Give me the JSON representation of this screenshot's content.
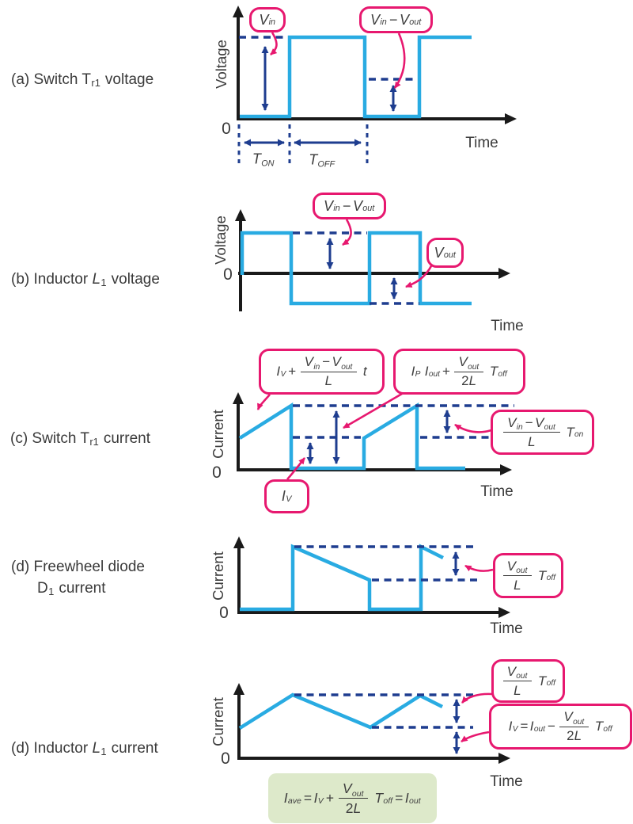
{
  "colors": {
    "wave": "#29abe2",
    "dash": "#1e3d8f",
    "pink": "#e7186f",
    "axis": "#1a1a1a",
    "greenbg": "#dde9ca"
  },
  "panels": {
    "a": {
      "label": [
        {
          "t": "(a) Switch T",
          "sub": "r1"
        },
        {
          "t": " voltage"
        }
      ],
      "y_axis_label": "Voltage",
      "origin_label": "0",
      "x_axis_label": "Time",
      "callout_vin": [
        {
          "i": "V",
          "sub": "in"
        }
      ],
      "callout_vin_minus_vout": [
        {
          "i": "V",
          "sub": "in"
        },
        {
          "op": "−"
        },
        {
          "i": "V",
          "sub": "out"
        }
      ],
      "t_on": [
        {
          "i": "T",
          "sub": "ON"
        }
      ],
      "t_off": [
        {
          "i": "T",
          "sub": "OFF"
        }
      ]
    },
    "b": {
      "label": [
        {
          "t": "(b) Inductor "
        },
        {
          "i": "L",
          "sub": "1"
        },
        {
          "t": " voltage"
        }
      ],
      "y_axis_label": "Voltage",
      "origin_label": "0",
      "x_axis_label": "Time",
      "callout_vin_minus_vout": [
        {
          "i": "V",
          "sub": "in"
        },
        {
          "op": "−"
        },
        {
          "i": "V",
          "sub": "out"
        }
      ],
      "callout_vout": [
        {
          "i": "V",
          "sub": "out"
        }
      ]
    },
    "c": {
      "label": [
        {
          "t": "(c) Switch T",
          "sub": "r1"
        },
        {
          "t": " current"
        }
      ],
      "y_axis_label": "Current",
      "origin_label": "0",
      "x_axis_label": "Time",
      "callout_ramp": [
        {
          "i": "I",
          "sub": "V"
        },
        {
          "op": "+"
        },
        {
          "frac": {
            "num": [
              {
                "i": "V",
                "sub": "in"
              },
              {
                "op": "−"
              },
              {
                "i": "V",
                "sub": "out"
              }
            ],
            "den": [
              {
                "i": "L"
              }
            ]
          }
        },
        {
          "t": " "
        },
        {
          "i": "t"
        }
      ],
      "callout_peak": [
        {
          "i": "I",
          "sub": "P"
        },
        {
          "t": " "
        },
        {
          "i": "I",
          "sub": "out"
        },
        {
          "op": "+"
        },
        {
          "frac": {
            "num": [
              {
                "i": "V",
                "sub": "out"
              }
            ],
            "den": [
              {
                "t": "2"
              },
              {
                "i": "L"
              }
            ]
          }
        },
        {
          "t": " "
        },
        {
          "i": "T",
          "sub": "off"
        }
      ],
      "callout_ripple": [
        {
          "frac": {
            "num": [
              {
                "i": "V",
                "sub": "in"
              },
              {
                "op": "−"
              },
              {
                "i": "V",
                "sub": "out"
              }
            ],
            "den": [
              {
                "i": "L"
              }
            ]
          }
        },
        {
          "t": " "
        },
        {
          "i": "T",
          "sub": "on"
        }
      ],
      "callout_iv": [
        {
          "i": "I",
          "sub": "V"
        }
      ]
    },
    "d1": {
      "label_line1": [
        {
          "t": "(d) Freewheel diode"
        }
      ],
      "label_line2": [
        {
          "t": "D",
          "sub": "1"
        },
        {
          "t": " current"
        }
      ],
      "y_axis_label": "Current",
      "origin_label": "0",
      "x_axis_label": "Time",
      "callout_ripple": [
        {
          "frac": {
            "num": [
              {
                "i": "V",
                "sub": "out"
              }
            ],
            "den": [
              {
                "i": "L"
              }
            ]
          }
        },
        {
          "t": " "
        },
        {
          "i": "T",
          "sub": "off"
        }
      ]
    },
    "d2": {
      "label": [
        {
          "t": "(d) Inductor "
        },
        {
          "i": "L",
          "sub": "1"
        },
        {
          "t": " current"
        }
      ],
      "y_axis_label": "Current",
      "origin_label": "0",
      "x_axis_label": "Time",
      "callout_ripple": [
        {
          "frac": {
            "num": [
              {
                "i": "V",
                "sub": "out"
              }
            ],
            "den": [
              {
                "i": "L"
              }
            ]
          }
        },
        {
          "t": " "
        },
        {
          "i": "T",
          "sub": "off"
        }
      ],
      "callout_valley": [
        {
          "i": "I",
          "sub": "V"
        },
        {
          "op": "="
        },
        {
          "i": "I",
          "sub": "out"
        },
        {
          "op": "−"
        },
        {
          "frac": {
            "num": [
              {
                "i": "V",
                "sub": "out"
              }
            ],
            "den": [
              {
                "t": "2"
              },
              {
                "i": "L"
              }
            ]
          }
        },
        {
          "t": " "
        },
        {
          "i": "T",
          "sub": "off"
        }
      ],
      "formula_average": [
        {
          "i": "I",
          "sub": "ave"
        },
        {
          "op": "="
        },
        {
          "i": "I",
          "sub": "V"
        },
        {
          "op": "+"
        },
        {
          "frac": {
            "num": [
              {
                "i": "V",
                "sub": "out"
              }
            ],
            "den": [
              {
                "t": "2"
              },
              {
                "i": "L"
              }
            ]
          }
        },
        {
          "t": " "
        },
        {
          "i": "T",
          "sub": "off"
        },
        {
          "op": "="
        },
        {
          "i": "I",
          "sub": "out"
        }
      ]
    }
  }
}
